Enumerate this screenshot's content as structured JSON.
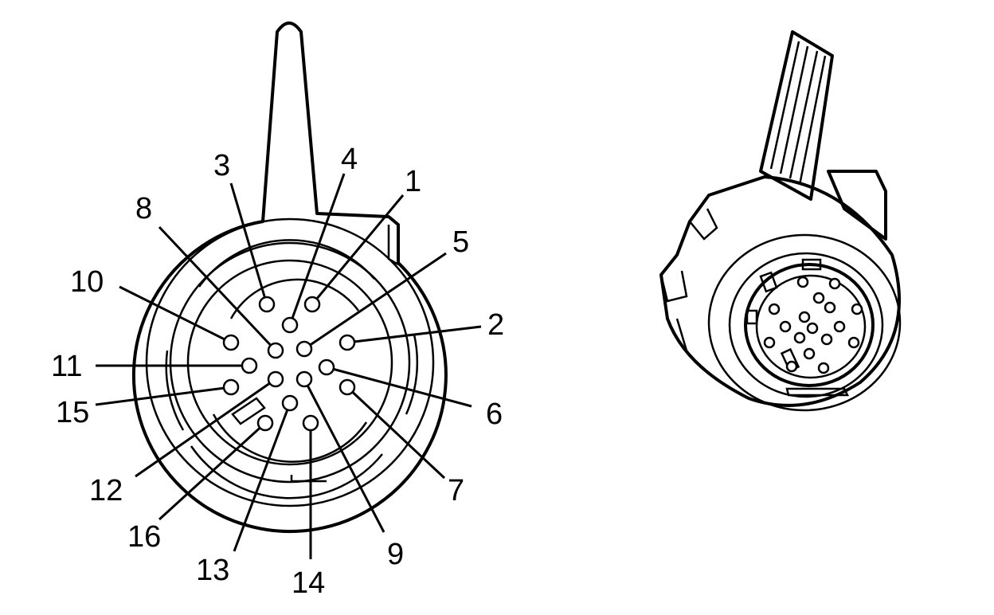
{
  "connector_face": {
    "pins": [
      {
        "label": "1"
      },
      {
        "label": "2"
      },
      {
        "label": "3"
      },
      {
        "label": "4"
      },
      {
        "label": "5"
      },
      {
        "label": "6"
      },
      {
        "label": "7"
      },
      {
        "label": "8"
      },
      {
        "label": "9"
      },
      {
        "label": "10"
      },
      {
        "label": "11"
      },
      {
        "label": "12"
      },
      {
        "label": "13"
      },
      {
        "label": "14"
      },
      {
        "label": "15"
      },
      {
        "label": "16"
      }
    ]
  }
}
